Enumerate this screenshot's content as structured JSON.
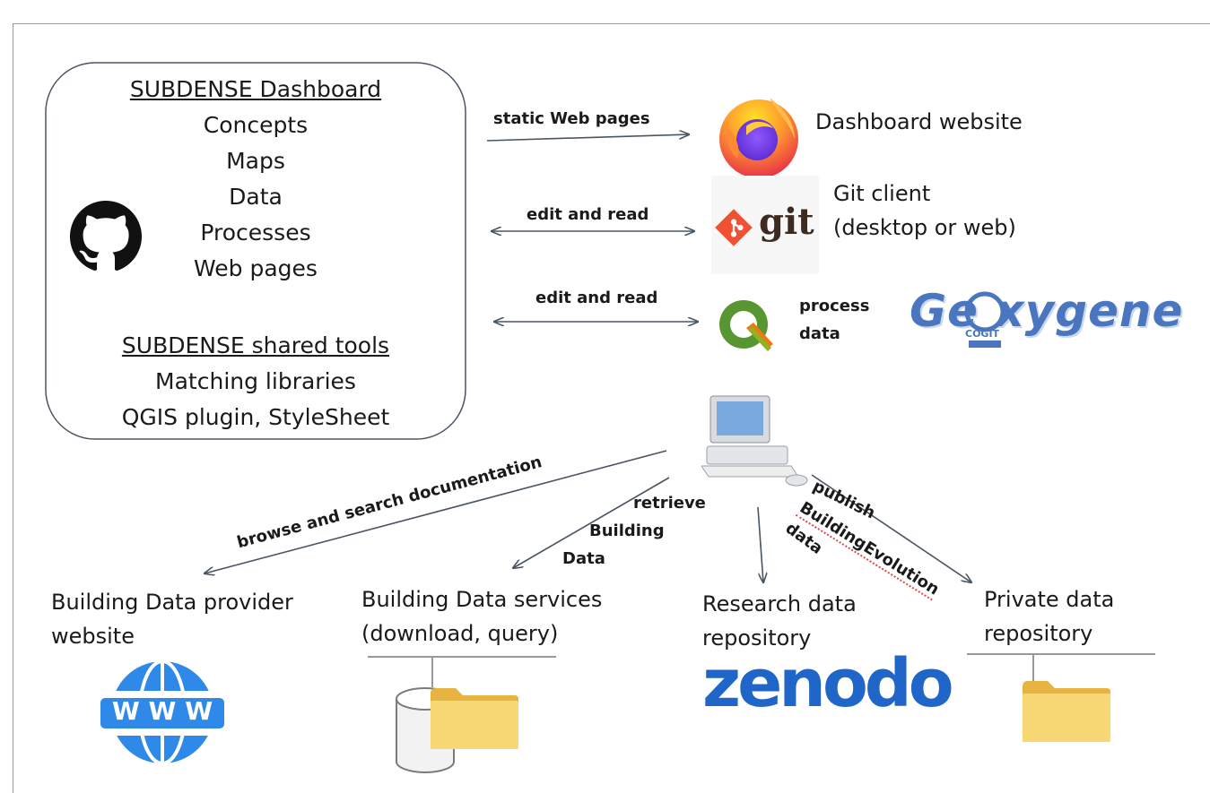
{
  "dashboard_box": {
    "title": "SUBDENSE Dashboard",
    "items": [
      "Concepts",
      "Maps",
      "Data",
      "Processes",
      "Web pages"
    ],
    "tools_title": "SUBDENSE shared tools",
    "tools": [
      "Matching libraries",
      "QGIS plugin, StyleSheet"
    ]
  },
  "arrows": {
    "static_web_pages": "static Web pages",
    "edit_and_read_git": "edit and read",
    "edit_and_read_qgis": "edit and read",
    "process_data": [
      "process",
      "data"
    ],
    "browse": "browse and search documentation",
    "retrieve": [
      "retrieve",
      "Building",
      "Data"
    ],
    "publish": [
      "publish",
      "BuildingEvolution",
      "data"
    ]
  },
  "clients": {
    "dashboard_website": "Dashboard website",
    "git_client": [
      "Git client",
      "(desktop or web)"
    ],
    "git_logo": "git",
    "geoxygene_logo": "Ge xygene",
    "geoxygene_sub": "COGIT"
  },
  "destinations": {
    "provider": [
      "Building Data provider",
      "website"
    ],
    "services": [
      "Building Data services",
      "(download, query)"
    ],
    "research": [
      "Research data",
      "repository"
    ],
    "private": [
      "Private data",
      "repository"
    ],
    "zenodo_logo": "zenodo",
    "www_label": "W W W"
  },
  "colors": {
    "arrow": "#4a5563",
    "firefox_orange": "#ff7139",
    "firefox_purple": "#6e33e3",
    "git_orange": "#f05133",
    "qgis_green": "#589632",
    "qgis_yellow": "#ee7913",
    "geoxygene_blue": "#4a76c0",
    "zenodo_blue": "#1f66c8",
    "globe_blue": "#2f89e8",
    "folder_yellow": "#f8d775"
  }
}
